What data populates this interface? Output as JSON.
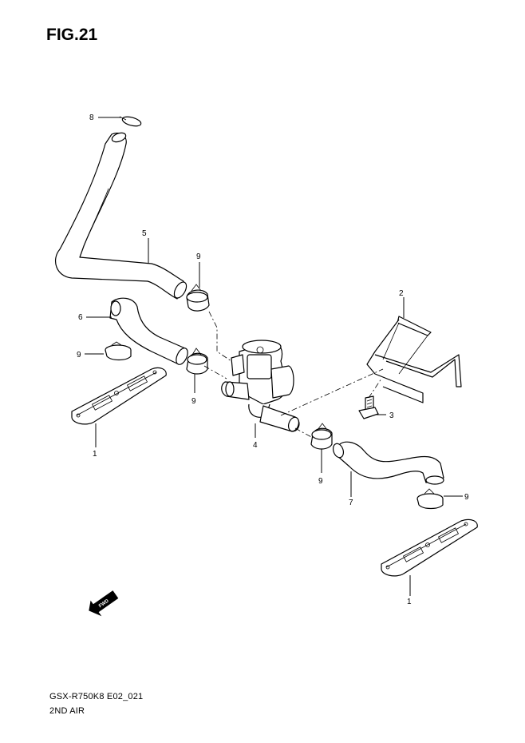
{
  "figure": {
    "title": "FIG.21"
  },
  "footer": {
    "model_code": "GSX-R750K8 E02_021",
    "section_name": "2ND AIR"
  },
  "direction_indicator": {
    "label": "FWD",
    "icon": "forward-arrow-icon"
  },
  "callouts": {
    "plate_left": "1",
    "plate_right": "1",
    "bracket": "2",
    "bolt": "3",
    "valve": "4",
    "hose_upper": "5",
    "hose_left": "6",
    "hose_right": "7",
    "band": "8",
    "clamp_upper": "9",
    "clamp_left_outer": "9",
    "clamp_left_inner": "9",
    "clamp_right_inner": "9",
    "clamp_right_outer": "9"
  }
}
